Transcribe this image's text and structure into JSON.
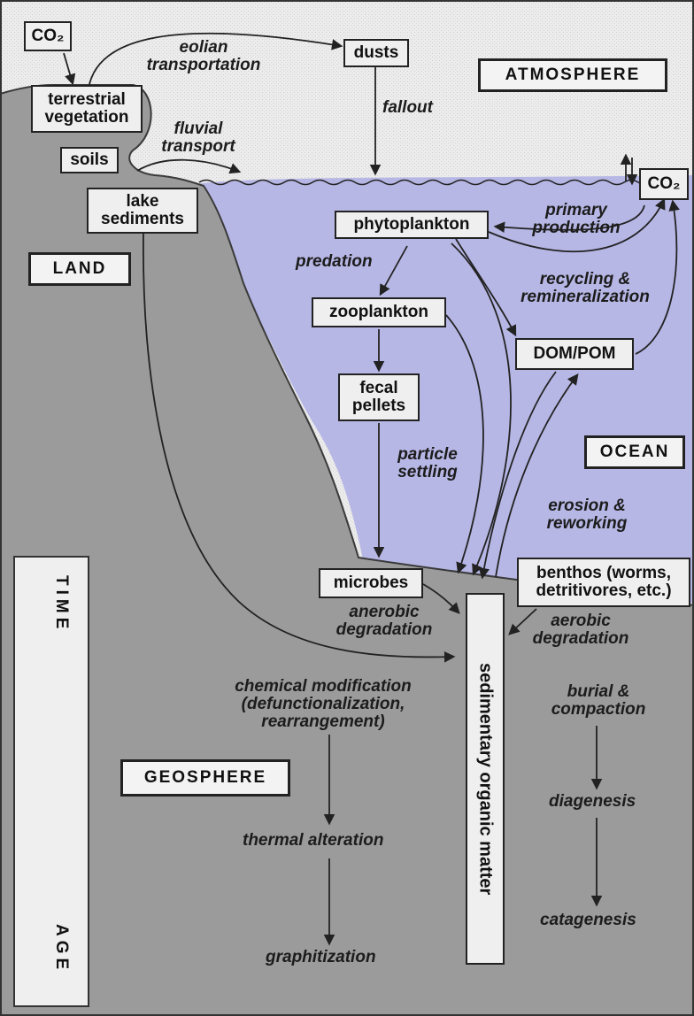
{
  "realms": {
    "atmosphere": "ATMOSPHERE",
    "land": "LAND",
    "ocean": "OCEAN",
    "geosphere": "GEOSPHERE"
  },
  "nodes": {
    "co2_land": "CO₂",
    "terrestrial_vegetation": "terrestrial vegetation",
    "soils": "soils",
    "dusts": "dusts",
    "lake_sediments": "lake sediments",
    "phytoplankton": "phytoplankton",
    "co2_ocean": "CO₂",
    "zooplankton": "zooplankton",
    "dom_pom": "DOM/POM",
    "fecal_pellets": "fecal pellets",
    "microbes": "microbes",
    "benthos": "benthos (worms, detritivores, etc.)",
    "sedimentary_organic_matter": "sedimentary organic matter"
  },
  "processes": {
    "eolian_transportation": "eolian transportation",
    "fallout": "fallout",
    "fluvial_transport": "fluvial transport",
    "primary_production": "primary production",
    "predation": "predation",
    "recycling_remineralization": "recycling & remineralization",
    "particle_settling": "particle settling",
    "erosion_reworking": "erosion & reworking",
    "anerobic_degradation": "anerobic degradation",
    "aerobic_degradation": "aerobic degradation",
    "chemical_modification": "chemical modification (defunctionalization, rearrangement)",
    "thermal_alteration": "thermal alteration",
    "graphitization": "graphitization",
    "burial_compaction": "burial & compaction",
    "diagenesis": "diagenesis",
    "catagenesis": "catagenesis"
  },
  "time_axis": {
    "time": "TIME",
    "age": "AGE"
  },
  "colors": {
    "ocean": "#b6b6e6",
    "geosphere": "#9a9a9a",
    "atmosphere": "#eeeeee"
  }
}
